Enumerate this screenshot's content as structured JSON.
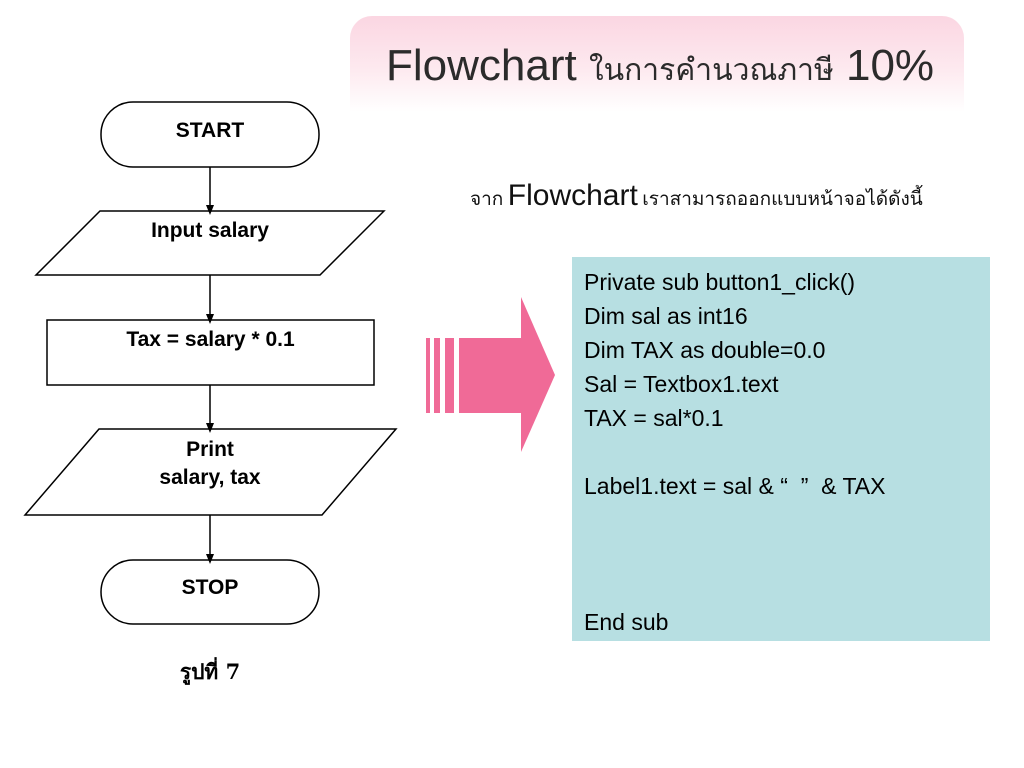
{
  "title": {
    "prefix": "Flowchart",
    "thai": "ในการคำนวณภาษี",
    "suffix": "10%"
  },
  "flowchart": {
    "start_label": "START",
    "input_label": "Input salary",
    "process_label": "Tax = salary * 0.1",
    "output_label": "Print\nsalary, tax",
    "stop_label": "STOP",
    "caption": "รูปที่ 7"
  },
  "subtitle": {
    "prefix_thai": "จาก",
    "flowchart_word": "Flowchart",
    "suffix_thai": "เราสามารถออกแบบหน้าจอได้ดังนี้"
  },
  "code": {
    "lines": [
      "Private sub button1_click()",
      "Dim sal as int16",
      "Dim TAX as double=0.0",
      "Sal = Textbox1.text",
      "TAX = sal*0.1",
      "",
      "Label1.text = sal & “  ”  & TAX",
      "",
      "",
      "",
      "End sub"
    ]
  },
  "colors": {
    "title_gradient": "#fbd6e2",
    "arrow_pink": "#f06a97",
    "code_bg": "#b7dfe2"
  }
}
